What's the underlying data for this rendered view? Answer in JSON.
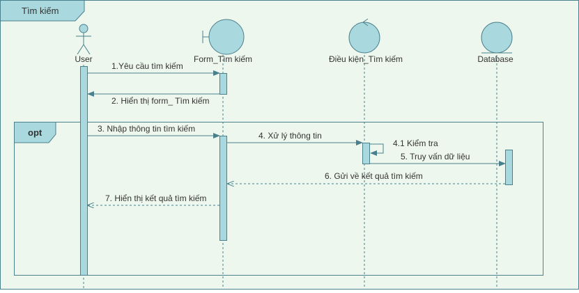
{
  "frame": {
    "title": "Tìm kiếm"
  },
  "fragment": {
    "operator": "opt"
  },
  "lifelines": [
    {
      "id": "user",
      "kind": "actor",
      "label": "User"
    },
    {
      "id": "form",
      "kind": "boundary",
      "label": "Form_Tìm kiếm"
    },
    {
      "id": "control",
      "kind": "control",
      "label": "Điều kiện_Tìm kiếm"
    },
    {
      "id": "db",
      "kind": "entity",
      "label": "Database"
    }
  ],
  "messages": [
    {
      "label": "1.Yêu cầu tìm kiếm",
      "from": "user",
      "to": "form",
      "style": "sync"
    },
    {
      "label": "2. Hiển thị form_ Tìm kiếm",
      "from": "form",
      "to": "user",
      "style": "sync"
    },
    {
      "label": "3. Nhập thông tin tìm kiếm",
      "from": "user",
      "to": "form",
      "style": "sync"
    },
    {
      "label": "4. Xử lý thông tin",
      "from": "form",
      "to": "control",
      "style": "sync"
    },
    {
      "label": "4.1 Kiểm tra",
      "from": "control",
      "to": "control",
      "style": "self"
    },
    {
      "label": "5. Truy vấn dữ liệu",
      "from": "control",
      "to": "db",
      "style": "sync"
    },
    {
      "label": "6. Gửi về kết quả tìm kiếm",
      "from": "db",
      "to": "form",
      "style": "return"
    },
    {
      "label": "7. Hiển thị kết quả tìm kiếm",
      "from": "form",
      "to": "user",
      "style": "return"
    }
  ],
  "colors": {
    "background": "#eef7ed",
    "shape_fill": "#a9d9de",
    "shape_stroke": "#4a7f8c",
    "arrow": "#4a7f8c",
    "text": "#333333"
  }
}
